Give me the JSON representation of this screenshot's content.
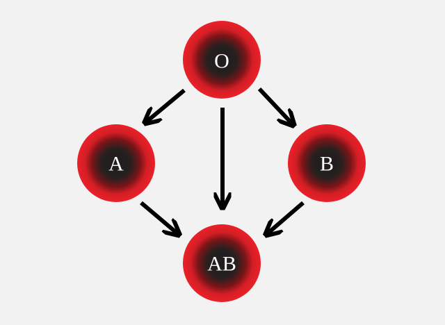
{
  "diagram": {
    "colors": {
      "background": "#f2f2f2",
      "node_outer": "#e8202a",
      "node_inner": "#1f1c1e",
      "arrow": "#000000",
      "label": "#ffffff"
    },
    "nodes": [
      {
        "id": "o",
        "label": "O"
      },
      {
        "id": "a",
        "label": "A"
      },
      {
        "id": "b",
        "label": "B"
      },
      {
        "id": "ab",
        "label": "AB"
      }
    ],
    "edges": [
      {
        "from": "O",
        "to": "A"
      },
      {
        "from": "O",
        "to": "AB"
      },
      {
        "from": "O",
        "to": "B"
      },
      {
        "from": "A",
        "to": "AB"
      },
      {
        "from": "B",
        "to": "AB"
      }
    ]
  }
}
